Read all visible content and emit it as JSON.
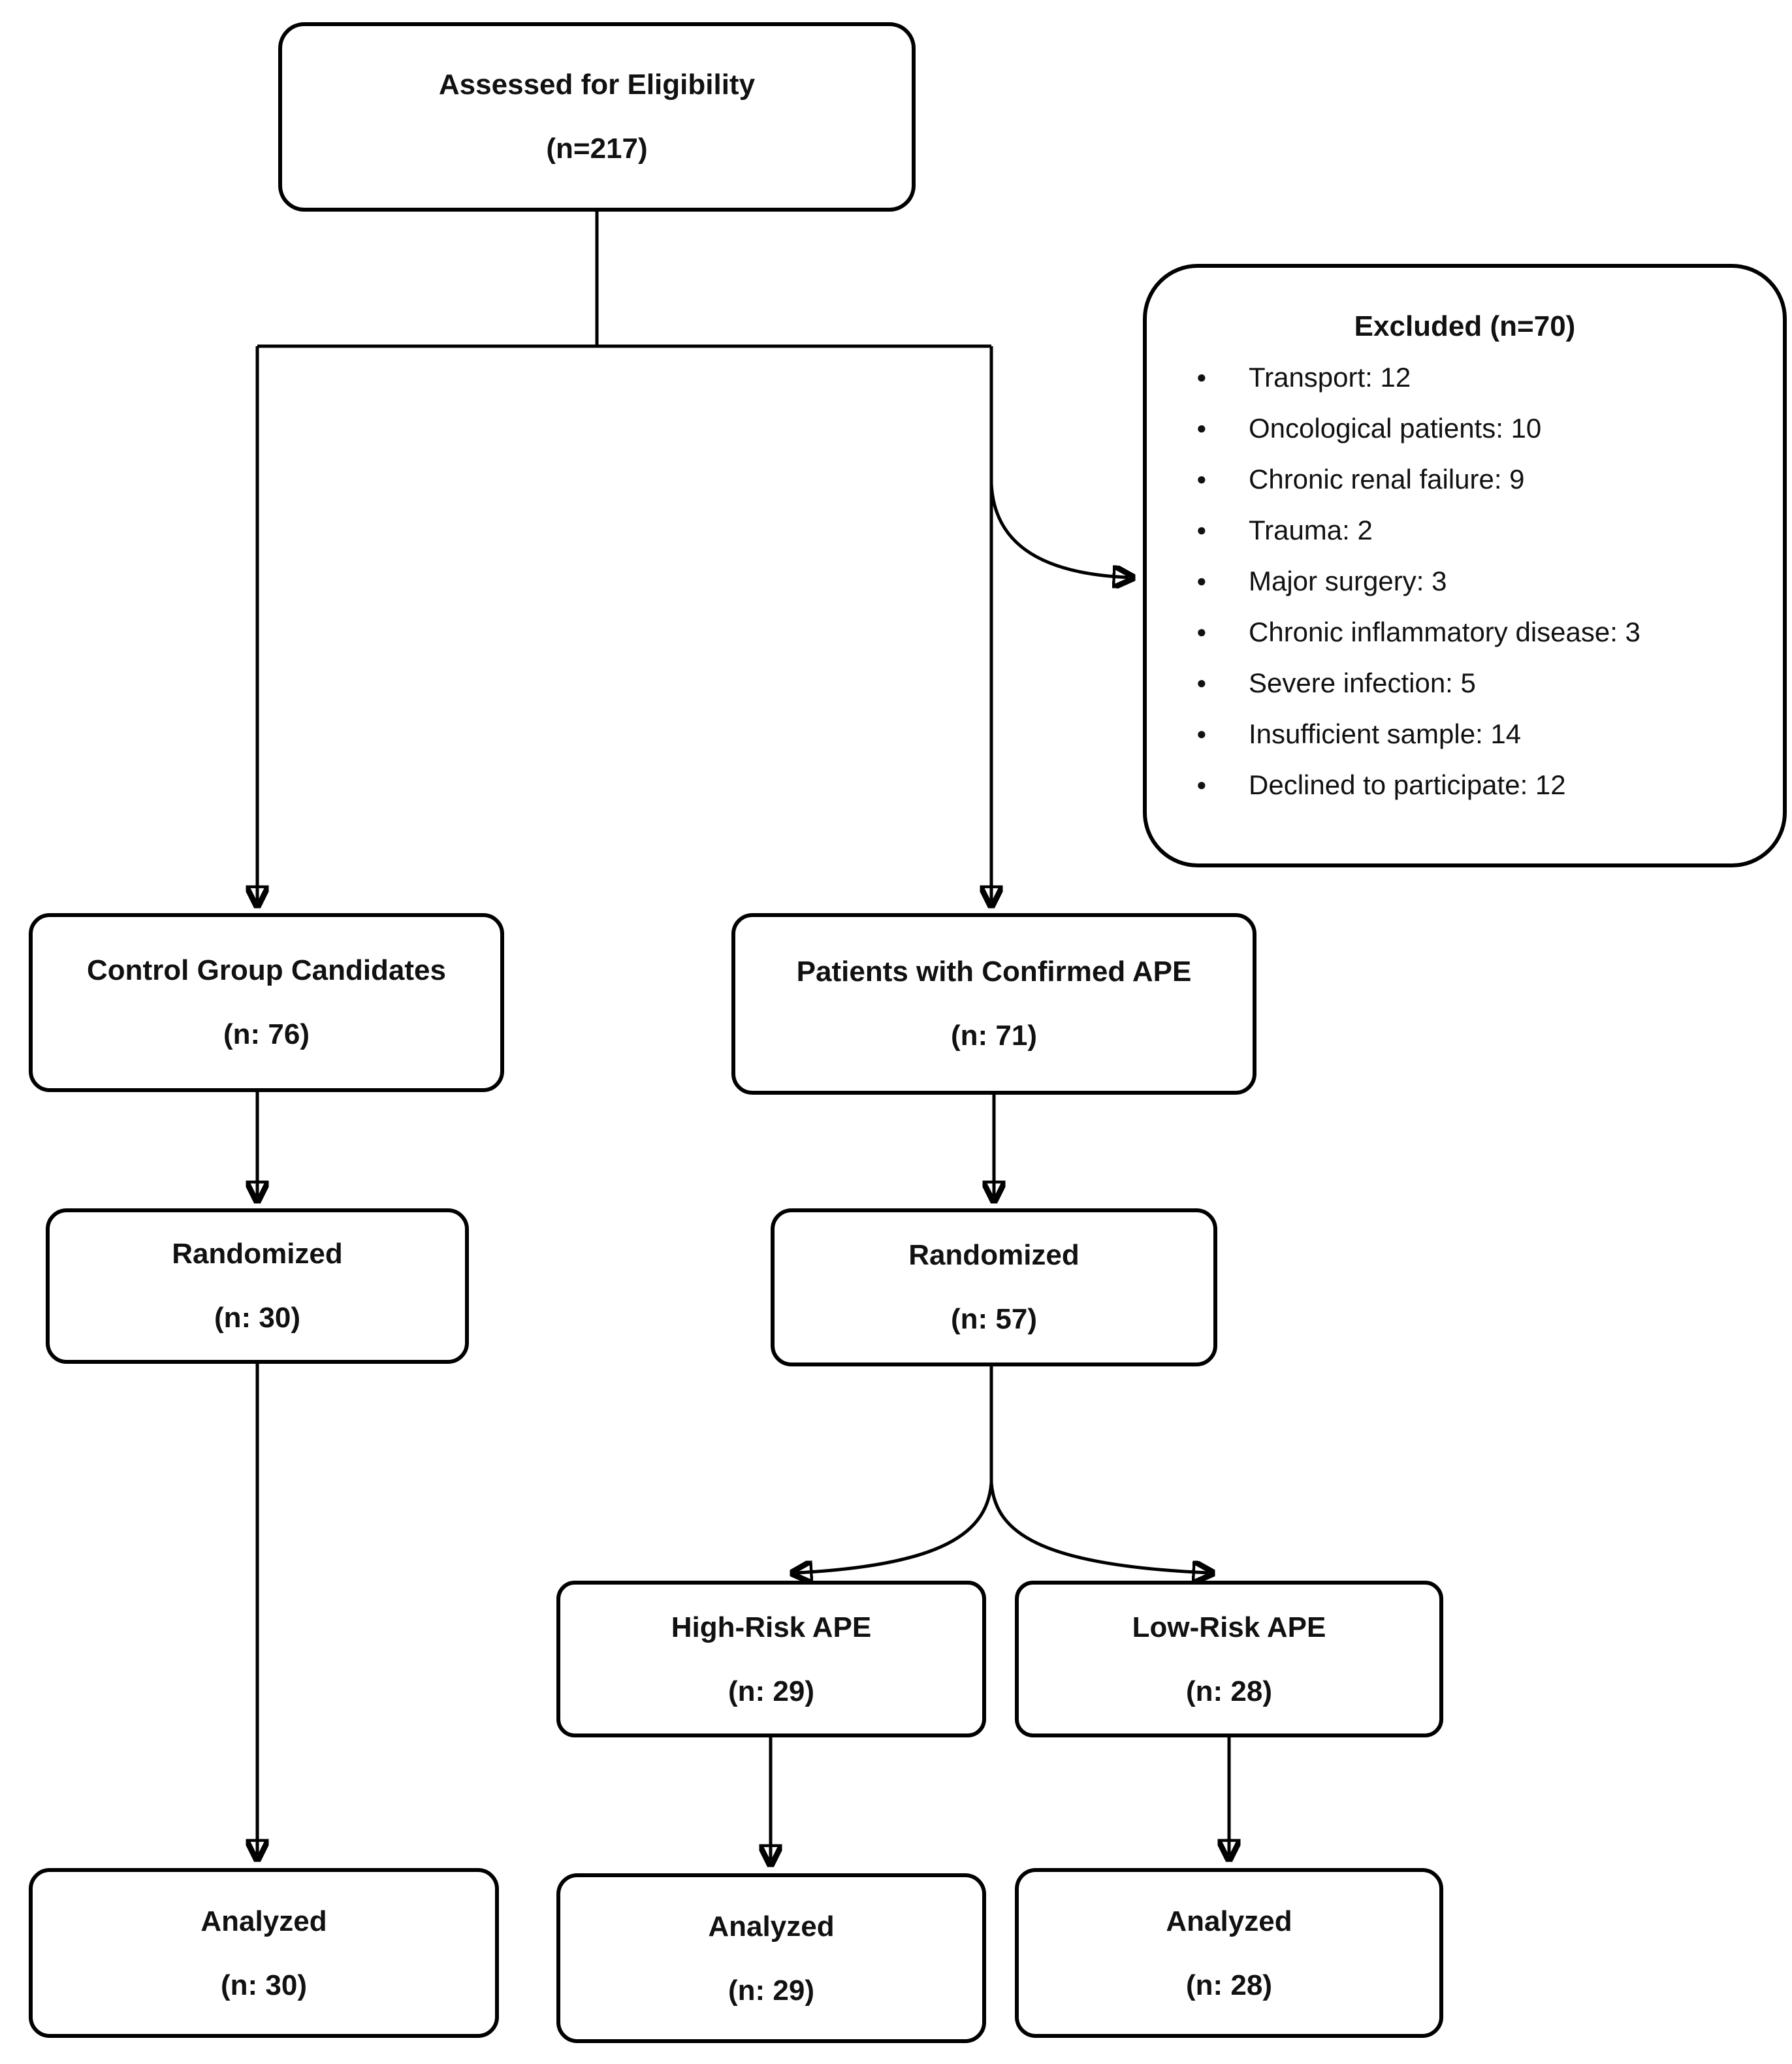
{
  "colors": {
    "border": "#000000",
    "text": "#111111",
    "background": "#ffffff"
  },
  "nodes": {
    "assessed": {
      "label": "Assessed for Eligibility",
      "count": "(n=217)"
    },
    "excluded": {
      "title": "Excluded (n=70)",
      "items": [
        "Transport: 12",
        "Oncological patients: 10",
        "Chronic renal failure: 9",
        "Trauma: 2",
        "Major surgery: 3",
        "Chronic inflammatory disease: 3",
        "Severe infection: 5",
        "Insufficient sample: 14",
        "Declined to participate: 12"
      ]
    },
    "control_group": {
      "label": "Control Group Candidates",
      "count": "(n: 76)"
    },
    "confirmed_ape": {
      "label": "Patients with Confirmed APE",
      "count": "(n: 71)"
    },
    "randomized_control": {
      "label": "Randomized",
      "count": "(n: 30)"
    },
    "randomized_ape": {
      "label": "Randomized",
      "count": "(n: 57)"
    },
    "high_risk": {
      "label": "High-Risk APE",
      "count": "(n: 29)"
    },
    "low_risk": {
      "label": "Low-Risk APE",
      "count": "(n: 28)"
    },
    "analyzed_control": {
      "label": "Analyzed",
      "count": "(n: 30)"
    },
    "analyzed_high_risk": {
      "label": "Analyzed",
      "count": "(n: 29)"
    },
    "analyzed_low_risk": {
      "label": "Analyzed",
      "count": "(n: 28)"
    }
  }
}
